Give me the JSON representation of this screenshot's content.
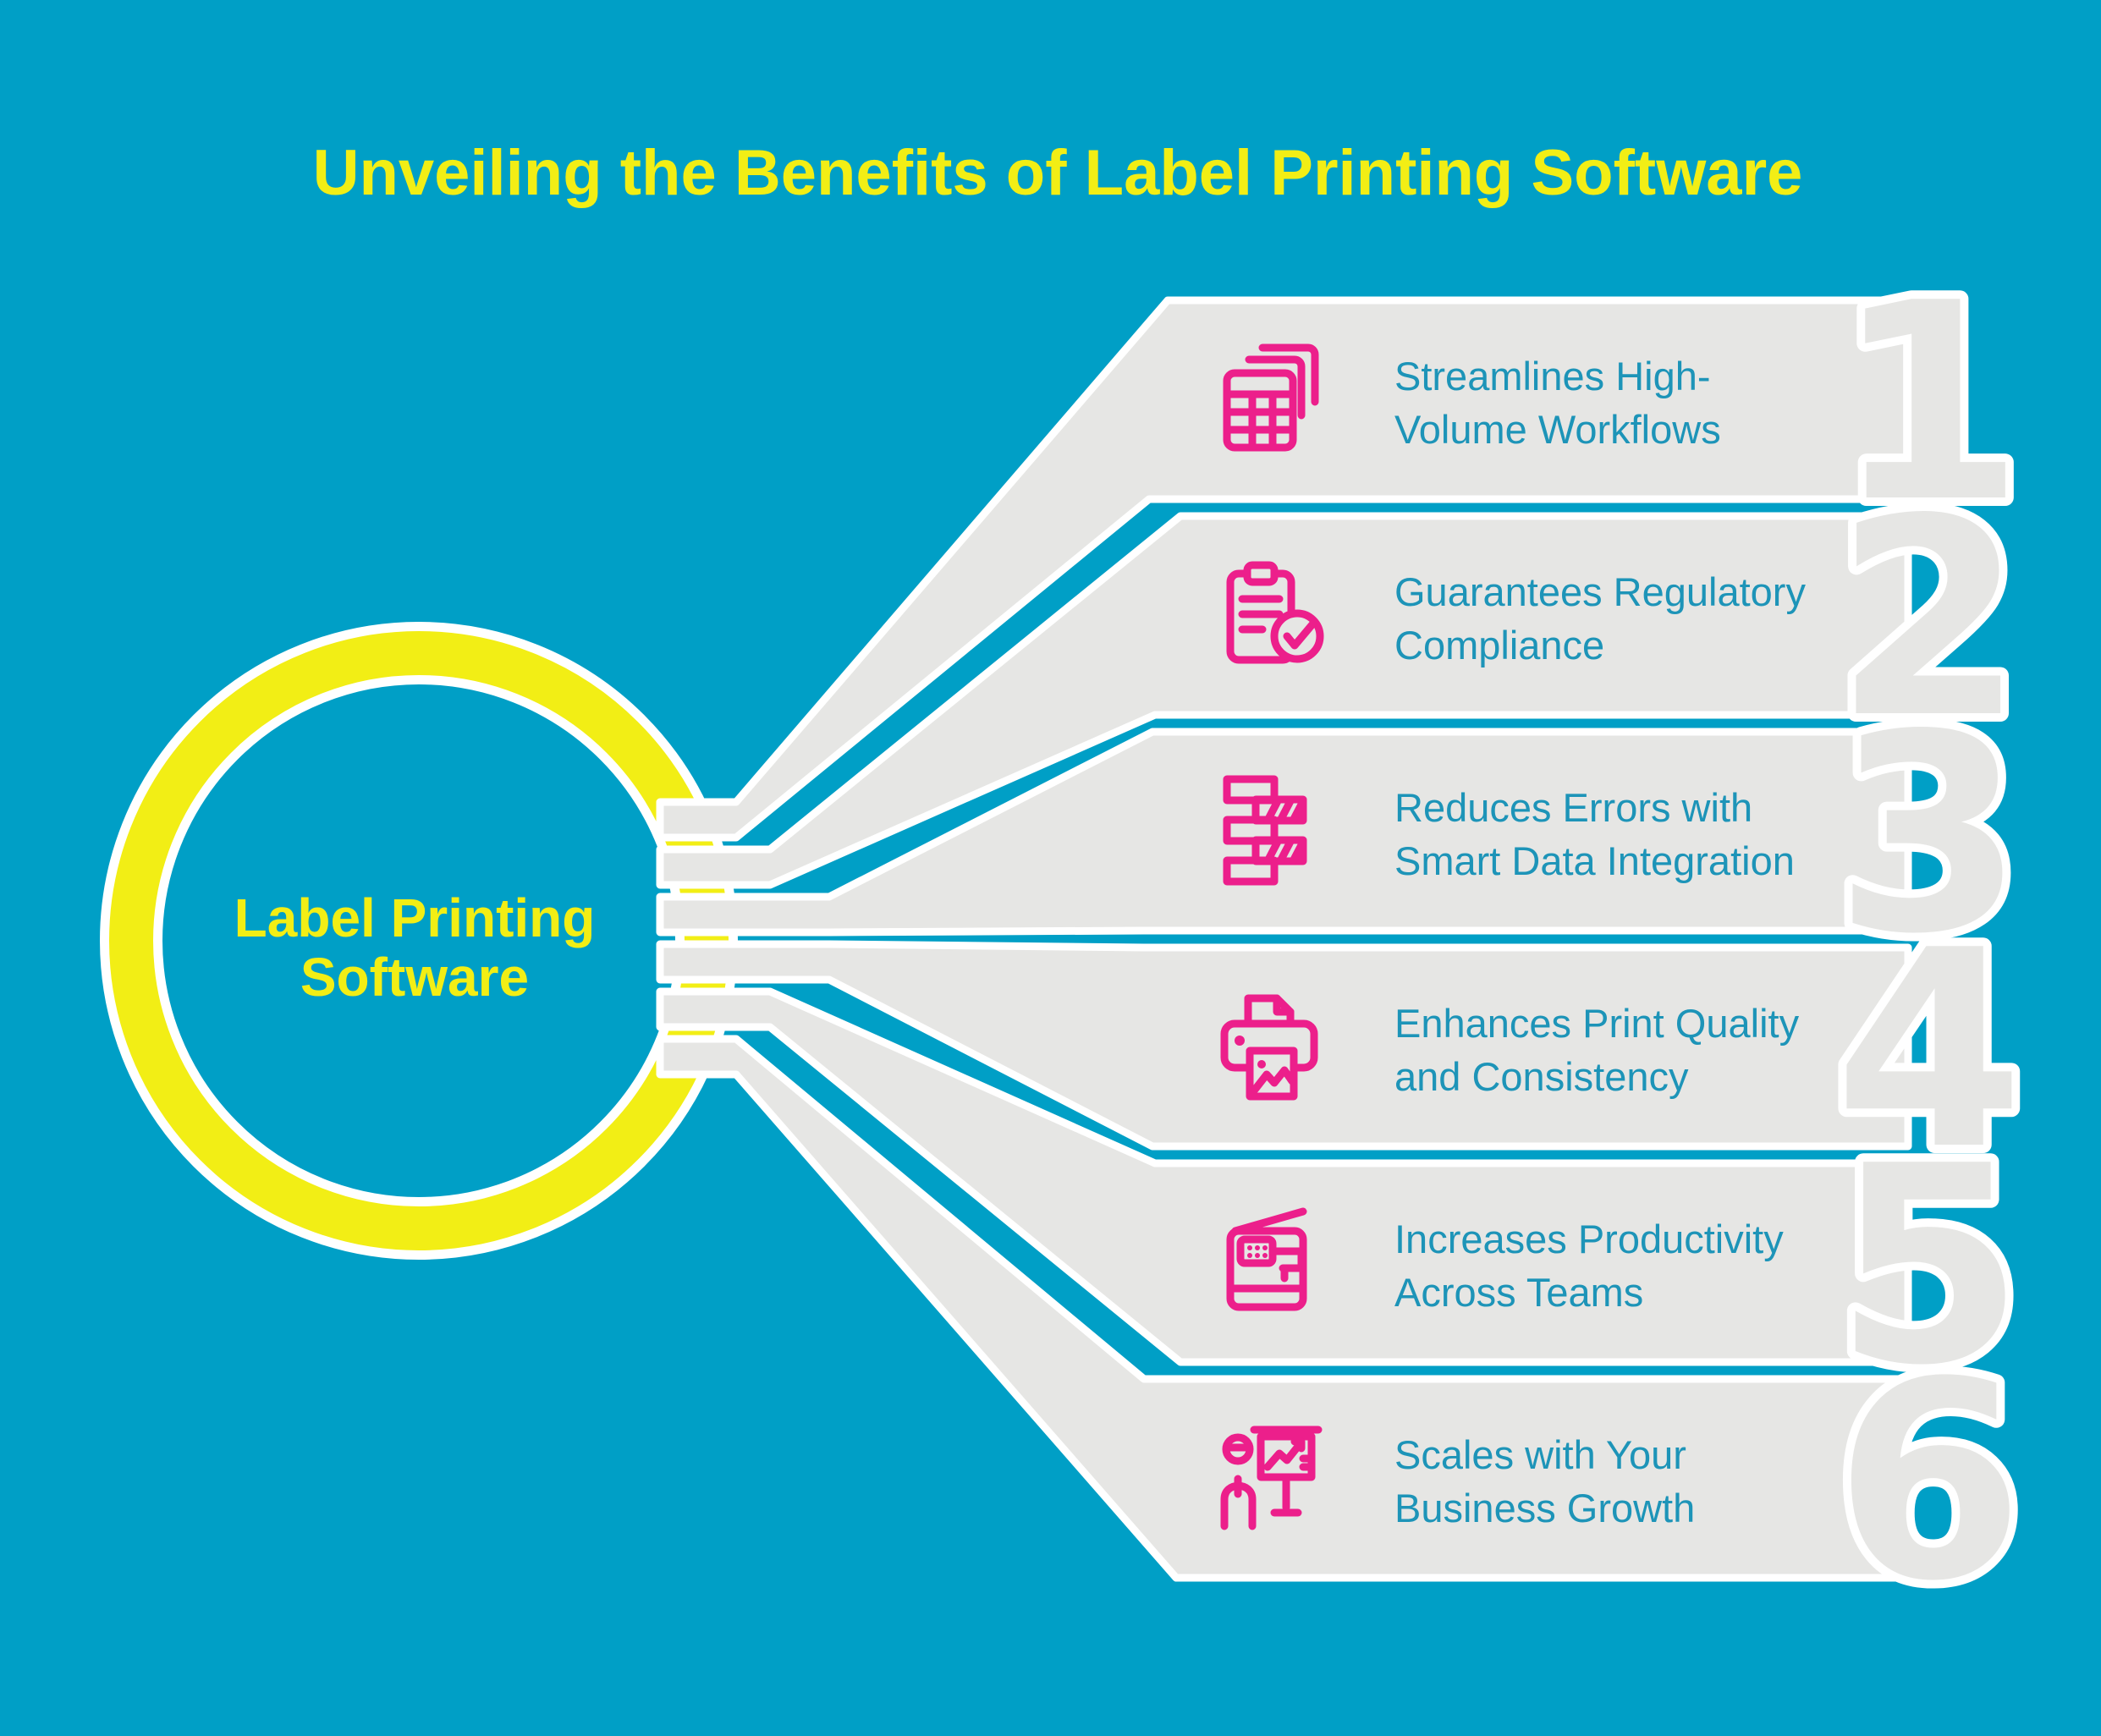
{
  "title": "Unveiling the Benefits of Label Printing Software",
  "center": {
    "line1": "Label Printing",
    "line2": "Software"
  },
  "items": [
    {
      "number": "1",
      "line1": "Streamlines High-",
      "line2": "Volume Workflows",
      "icon": "stacked-tables-icon"
    },
    {
      "number": "2",
      "line1": "Guarantees Regulatory",
      "line2": "Compliance",
      "icon": "clipboard-check-icon"
    },
    {
      "number": "3",
      "line1": "Reduces Errors with",
      "line2": "Smart Data Integration",
      "icon": "data-blocks-icon"
    },
    {
      "number": "4",
      "line1": "Enhances Print Quality",
      "line2": "and Consistency",
      "icon": "printer-icon"
    },
    {
      "number": "5",
      "line1": "Increases Productivity",
      "line2": "Across Teams",
      "icon": "copier-icon"
    },
    {
      "number": "6",
      "line1": "Scales with Your",
      "line2": "Business Growth",
      "icon": "growth-presentation-icon"
    }
  ],
  "colors": {
    "background": "#009fc6",
    "panel_gray": "#e6e6e4",
    "accent_yellow": "#f2ee15",
    "icon_pink": "#ec1f8b",
    "text_teal": "#1d94b8",
    "outline_white": "#ffffff"
  }
}
